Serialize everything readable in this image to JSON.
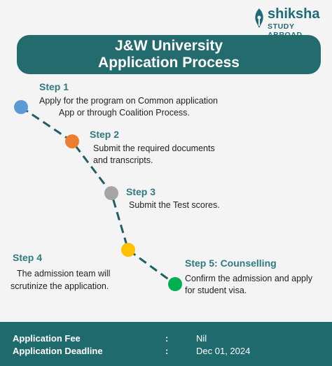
{
  "brand": {
    "name": "shiksha",
    "subtitle": "STUDY ABROAD"
  },
  "title": {
    "line1": "J&W University",
    "line2": "Application Process"
  },
  "steps": [
    {
      "title": "Step 1",
      "text_lines": [
        "Apply for the program on Common application",
        "App or through  Coalition Process."
      ],
      "color": "#5b9bd5"
    },
    {
      "title": "Step 2",
      "text_lines": [
        "Submit the required documents",
        "and transcripts."
      ],
      "color": "#ed7d31"
    },
    {
      "title": "Step 3",
      "text_lines": [
        "Submit the Test scores."
      ],
      "color": "#a5a5a5"
    },
    {
      "title": "Step 4",
      "text_lines": [
        "The admission team will",
        "scrutinize the application."
      ],
      "color": "#ffc000"
    },
    {
      "title": "Step 5: Counselling",
      "text_lines": [
        "Confirm the admission and apply",
        "for student visa."
      ],
      "color": "#00b050"
    }
  ],
  "footer": {
    "rows": [
      {
        "label": "Application Fee",
        "colon": ":",
        "value": "Nil"
      },
      {
        "label": "Application Deadline",
        "colon": ":",
        "value": "Dec 01, 2024"
      }
    ]
  },
  "colors": {
    "primary": "#246b6e",
    "connector": "#1f5f63",
    "step_heading": "#2f7a7e"
  }
}
